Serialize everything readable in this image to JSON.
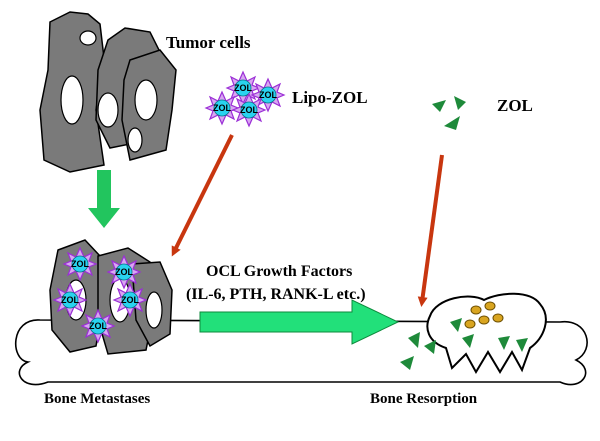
{
  "labels": {
    "tumor_cells": "Tumor cells",
    "lipo_zol": "Lipo-ZOL",
    "zol": "ZOL",
    "ocl_line1": "OCL Growth Factors",
    "ocl_line2": "(IL-6, PTH, RANK-L etc.)",
    "bone_metastases": "Bone Metastases",
    "bone_resorption": "Bone Resorption"
  },
  "liposome_text": "ZOL",
  "colors": {
    "cell_fill": "#7a7a7a",
    "cell_stroke": "#000000",
    "liposome_core": "#29d3ef",
    "liposome_star": "#d9a6f2",
    "liposome_star_stroke": "#9b2fd6",
    "zol_triangle": "#1e8a3a",
    "red_arrow": "#c8360f",
    "green_arrow": "#22c55e",
    "osteoclast_granule": "#d9a520"
  },
  "icons": [
    "liposome-icon",
    "zol-triangle-icon",
    "tumor-cell-icon",
    "osteoclast-icon",
    "bone-icon"
  ]
}
